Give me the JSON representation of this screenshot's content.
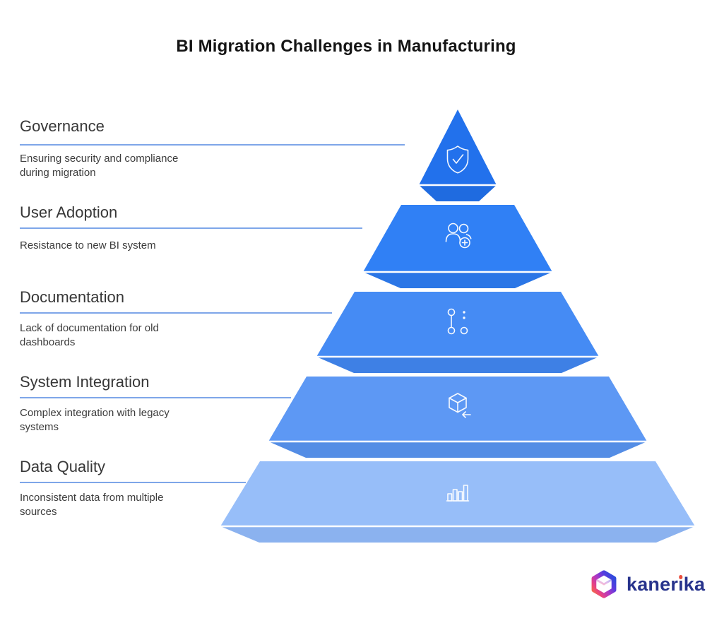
{
  "title": "BI Migration Challenges in Manufacturing",
  "colors": {
    "background": "#ffffff",
    "title_text": "#141414",
    "level_title_text": "#373737",
    "level_desc_text": "#3c3c3c",
    "leader_line": "#7ea6e9",
    "segment_divider": "#ffffff",
    "icon_stroke": "#ffffff",
    "logo_text": "#27338c",
    "logo_i_dot": "#ea4e3d",
    "logo_gradient": [
      "#f4713d",
      "#ea4381",
      "#b138c4",
      "#5f3bde",
      "#2c4bdc"
    ]
  },
  "levels": [
    {
      "label": "Governance",
      "description": "Ensuring security and compliance during migration",
      "icon": "shield-check-icon",
      "body_color": "#2271ec",
      "flap_color": "#1f6be0"
    },
    {
      "label": "User Adoption",
      "description": "Resistance to new BI system",
      "icon": "user-plus-icon",
      "body_color": "#3080f5",
      "flap_color": "#2b76e6"
    },
    {
      "label": "Documentation",
      "description": "Lack of documentation for old dashboards",
      "icon": "versions-icon",
      "body_color": "#458bf4",
      "flap_color": "#3e80e5"
    },
    {
      "label": "System Integration",
      "description": "Complex integration with legacy systems",
      "icon": "cube-arrow-icon",
      "body_color": "#5d98f4",
      "flap_color": "#548de5"
    },
    {
      "label": "Data Quality",
      "description": "Inconsistent data from multiple sources",
      "icon": "bar-chart-icon",
      "body_color": "#97bef9",
      "flap_color": "#8bb2ef"
    }
  ],
  "logo": {
    "name": "kanerika",
    "text": "kanerika",
    "text_parts": {
      "pre": "kaner",
      "i": "ı",
      "post": "ka"
    }
  }
}
